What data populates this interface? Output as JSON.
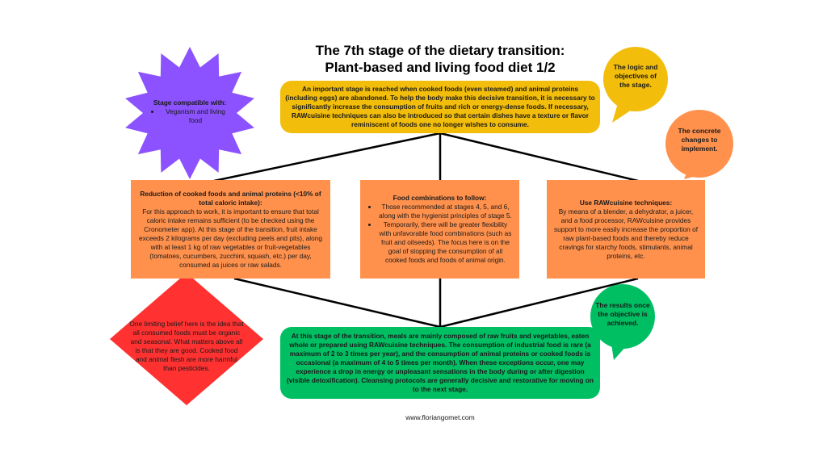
{
  "title": {
    "line1": "The 7th stage of the dietary transition:",
    "line2": "Plant-based and living food diet 1/2"
  },
  "intro": "An important stage is reached when cooked foods (even steamed) and animal proteins (including eggs) are abandoned. To help the body make this decisive transition, it is necessary to significantly increase the consumption of fruits and rich or energy-dense foods. If necessary, RAWcuisine techniques can also be introduced so that certain dishes have a texture or flavor reminiscent of foods one no longer wishes to consume.",
  "compatible": {
    "heading": "Stage compatible with:",
    "items": [
      "Veganism and living food"
    ]
  },
  "bubbles": {
    "logic": "The logic and objectives of the stage.",
    "changes": "The concrete changes to implement.",
    "results": "The results once the objective is achieved."
  },
  "changes": [
    {
      "heading": "Reduction of cooked foods and animal proteins (<10% of total caloric intake):",
      "body": "For this approach to work, it is important to ensure that total caloric intake remains sufficient (to be checked using the Cronometer app). At this stage of the transition, fruit intake exceeds 2 kilograms per day (excluding peels and pits), along with at least 1 kg of raw vegetables or fruit-vegetables (tomatoes, cucumbers, zucchini, squash, etc.) per day, consumed as juices or raw salads."
    },
    {
      "heading": "Food combinations to follow:",
      "items": [
        "Those recommended at stages 4, 5, and 6, along with the hygienist principles of stage 5.",
        "Temporarily, there will be greater flexibility with unfavorable food combinations (such as fruit and oilseeds). The focus here is on the goal of stopping the consumption of all cooked foods and foods of animal origin."
      ]
    },
    {
      "heading": "Use RAWcuisine techniques:",
      "body": "By means of a blender, a dehydrator, a juicer, and a food processor, RAWcuisine provides support to more easily increase the proportion of raw plant-based foods and thereby reduce cravings for starchy foods, stimulants, animal proteins, etc."
    }
  ],
  "belief": "One limiting belief here is the idea that all consumed foods must be organic and seasonal. What matters above all is that they are good. Cooked food and animal flesh are more harmful than pesticides.",
  "results": "At this stage of the transition, meals are mainly composed of raw fruits and vegetables, eaten whole or prepared using RAWcuisine techniques. The consumption of industrial food is rare (a maximum of 2 to 3 times per year), and the consumption of animal proteins or cooked foods is occasional (a maximum of 4 to 5 times per month). When these exceptions occur, one may experience a drop in energy or unpleasant sensations in the body during or after digestion (visible detoxification). Cleansing protocols are generally decisive and restorative for moving on to the next stage.",
  "footer": "www.floriangomet.com",
  "colors": {
    "yellow": "#f2bd0b",
    "orange": "#ff914d",
    "purple": "#8c52ff",
    "red": "#ff3131",
    "green": "#00bf63"
  }
}
